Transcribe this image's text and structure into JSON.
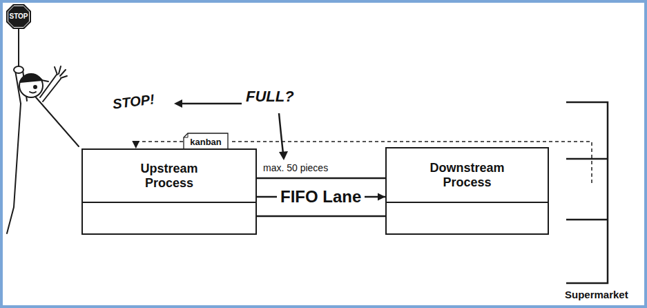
{
  "diagram": {
    "nodes": [
      {
        "text": [
          "STOP"
        ]
      },
      {
        "text": [
          "kanban"
        ]
      },
      {
        "text": [
          "Upstream Process"
        ]
      },
      {
        "text": [
          "Downstream Process"
        ]
      }
    ],
    "edges": [
      {
        "from": 1,
        "to": 2,
        "arrow": "to"
      },
      {
        "from": 2,
        "to": 3,
        "label": "FIFO Lane",
        "arrow": "to"
      }
    ],
    "labels": [
      "STOP!",
      "FULL?",
      "max. 50 pieces",
      "Supermarket"
    ]
  }
}
